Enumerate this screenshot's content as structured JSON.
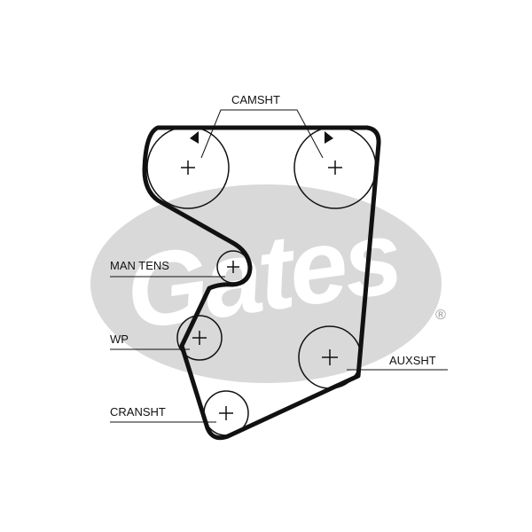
{
  "colors": {
    "background": "#ffffff",
    "logo": "#d9d9d9",
    "belt": "#111111",
    "pulley": "#111111"
  },
  "logo": {
    "text": "Gates",
    "registered_mark": "®"
  },
  "labels": {
    "camshaft": "CAMSHT",
    "man_tens": "MAN TENS",
    "water_pump": "WP",
    "crankshaft": "CRANSHT",
    "auxiliary": "AUXSHT"
  }
}
